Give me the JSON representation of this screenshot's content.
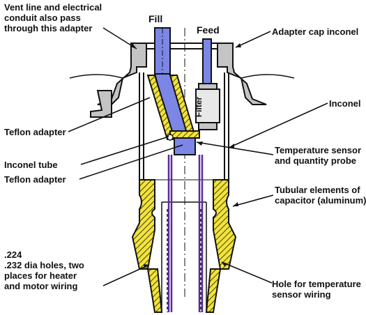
{
  "labels": {
    "vent_line": "Vent line and electrical\nconduit also pass\nthrough this adapter",
    "fill": "Fill",
    "feed": "Feed",
    "adapter_cap": "Adapter cap inconel",
    "inconel": "Inconel",
    "filter": "Filter",
    "teflon_adapter_top": "Teflon adapter",
    "inconel_tube": "Inconel tube",
    "teflon_adapter_bottom": "Teflon adapter",
    "temp_sensor": "Temperature sensor\nand quantity probe",
    "tubular_elements": "Tubular elements of\ncapacitor (aluminum)",
    "holes": ".224\n.232 dia holes, two\nplaces for heater\nand motor wiring",
    "hole_temp": "Hole for temperature\nsensor wiring"
  },
  "colors": {
    "outline": "#111111",
    "blue_fill": "#7b86e6",
    "teflon_yellow": "#f2e33a",
    "metal_gray": "#c4c4c4",
    "wire_purple": "#5a2a9a",
    "filter_body": "#e8e8e8"
  }
}
